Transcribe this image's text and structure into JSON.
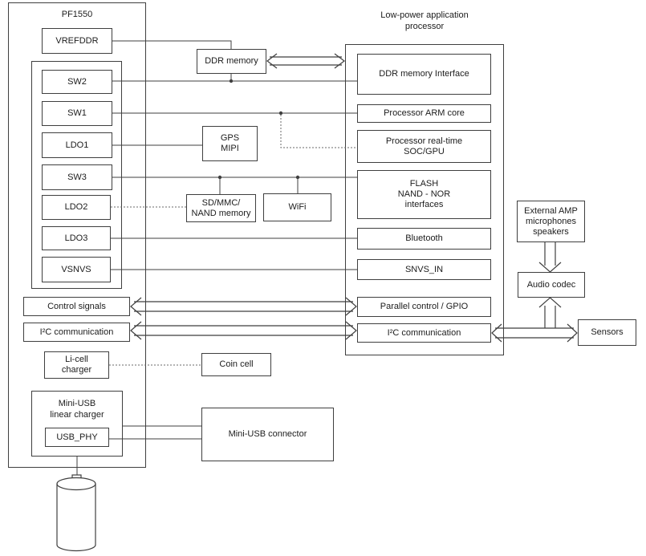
{
  "pf1550": {
    "title": "PF1550",
    "vrefddr": "VREFDDR",
    "sw2": "SW2",
    "sw1": "SW1",
    "ldo1": "LDO1",
    "sw3": "SW3",
    "ldo2": "LDO2",
    "ldo3": "LDO3",
    "vsnvs": "VSNVS",
    "control_signals": "Control signals",
    "i2c": "I²C communication",
    "li_cell_charger": "Li-cell\ncharger",
    "mini_usb_charger": "Mini-USB\nlinear charger",
    "usb_phy": "USB_PHY"
  },
  "middle": {
    "ddr_memory": "DDR memory",
    "gps_mipi": "GPS\nMIPI",
    "sd_mmc": "SD/MMC/\nNAND memory",
    "wifi": "WiFi",
    "coin_cell": "Coin cell",
    "mini_usb_connector": "Mini-USB connector"
  },
  "processor": {
    "title": "Low-power application\nprocessor",
    "ddr_interface": "DDR memory Interface",
    "arm_core": "Processor ARM core",
    "soc_gpu": "Processor real-time\nSOC/GPU",
    "flash": "FLASH\nNAND - NOR\ninterfaces",
    "bluetooth": "Bluetooth",
    "snvs_in": "SNVS_IN",
    "parallel_gpio": "Parallel control / GPIO",
    "i2c": "I²C communication"
  },
  "peripherals": {
    "external_amp": "External AMP\nmicrophones\nspeakers",
    "audio_codec": "Audio codec",
    "sensors": "Sensors"
  },
  "colors": {
    "line": "#3f3f3f",
    "dotted_line": "#6a6a6a",
    "text": "#1c1c1c",
    "background": "#ffffff"
  }
}
